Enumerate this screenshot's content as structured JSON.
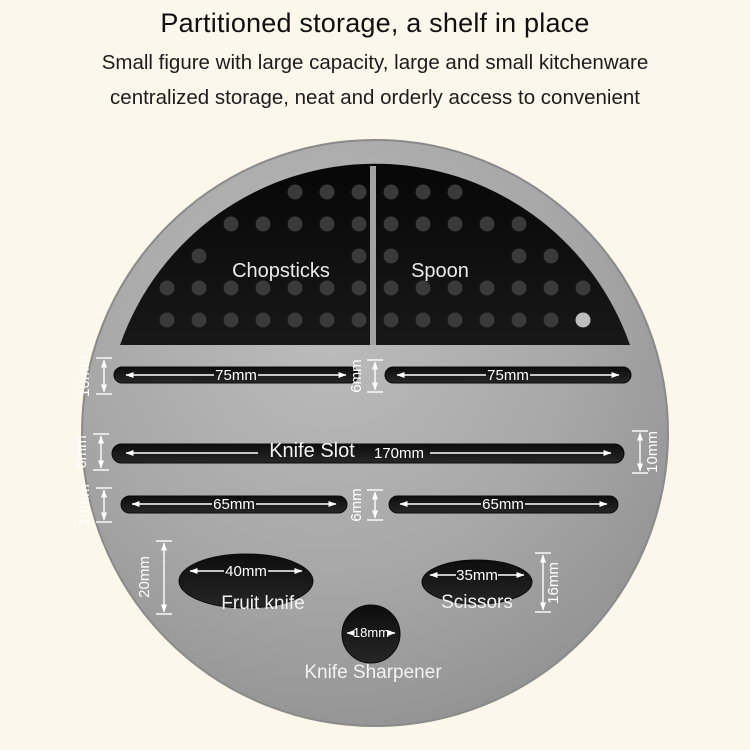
{
  "page": {
    "title": "Partitioned storage, a shelf in place",
    "subtitle_line1": "Small figure with large capacity, large and small kitchenware",
    "subtitle_line2": "centralized storage, neat and orderly access to convenient"
  },
  "labels": {
    "chopsticks": "Chopsticks",
    "spoon": "Spoon",
    "knife_slot": "Knife Slot",
    "fruit_knife": "Fruit knife",
    "scissors": "Scissors",
    "knife_sharpener": "Knife Sharpener"
  },
  "dimensions": {
    "row1_left_length": "75mm",
    "row1_right_length": "75mm",
    "row1_left_width": "10mm",
    "row1_center_gap": "6mm",
    "knife_slot_length": "170mm",
    "knife_slot_left_width": "6mm",
    "knife_slot_right_width": "10mm",
    "row3_left_length": "65mm",
    "row3_right_length": "65mm",
    "row3_left_width": "10mm",
    "row3_center_gap": "6mm",
    "fruit_knife_length": "40mm",
    "fruit_knife_width": "20mm",
    "scissors_length": "35mm",
    "scissors_width": "16mm",
    "sharpener_diameter": "18mm"
  },
  "colors": {
    "background": "#fcf7eb",
    "disc": "#a5a5a5",
    "well": "#101010",
    "hole": "#3a3a3a",
    "annotation": "#ffffff"
  }
}
